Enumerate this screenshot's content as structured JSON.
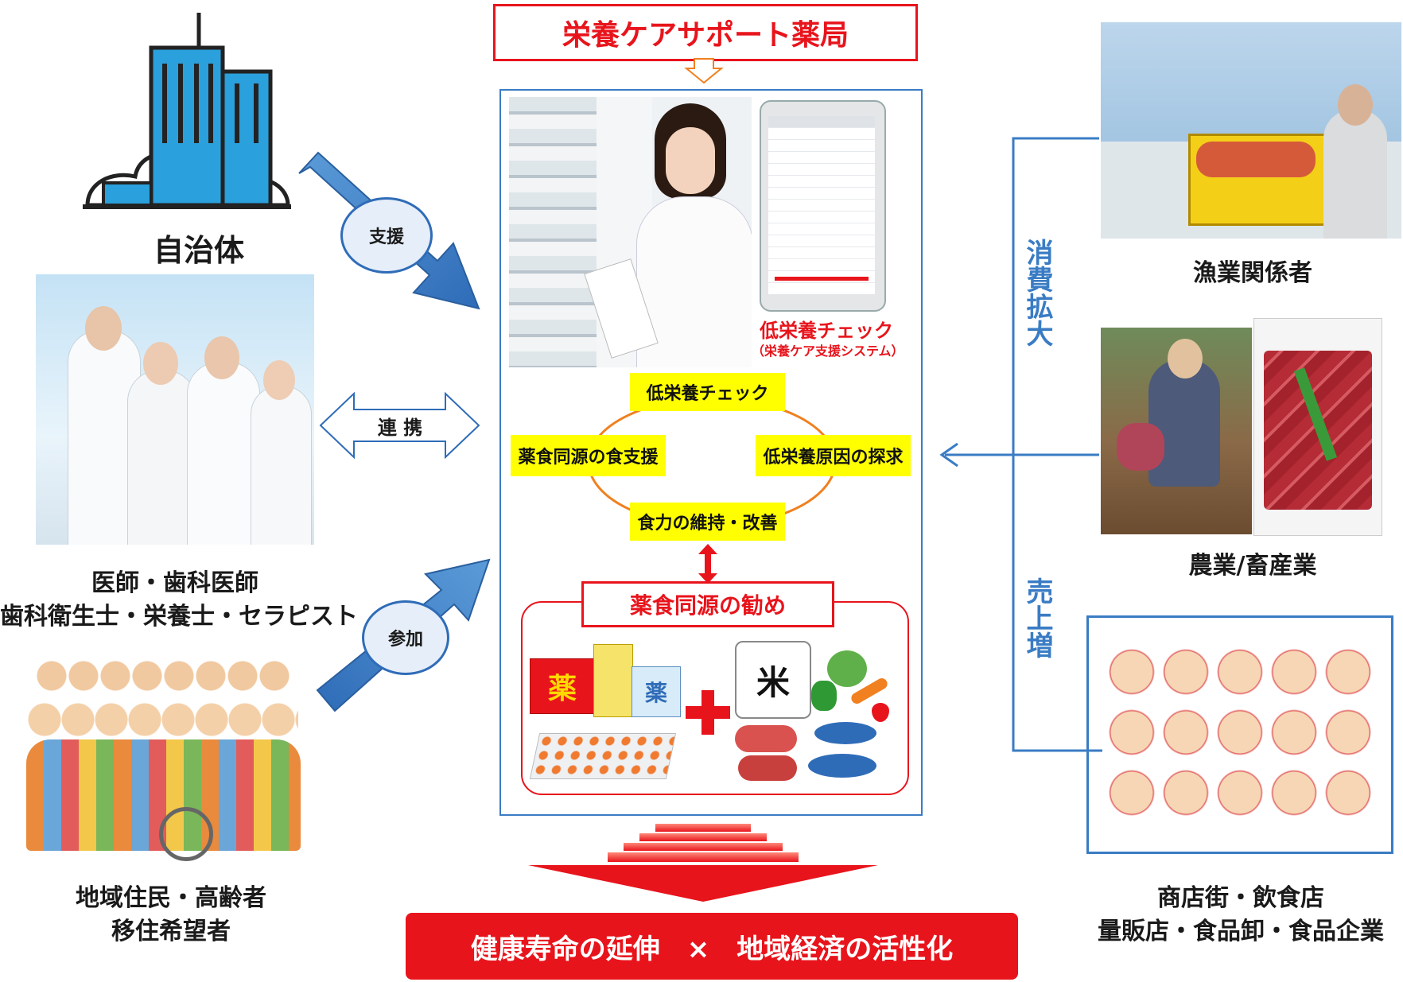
{
  "header": {
    "title": "栄養ケアサポート薬局"
  },
  "left": {
    "municipality": "自治体",
    "support_label": "支援",
    "collab_label": "連 携",
    "professionals_line1": "医師・歯科医師",
    "professionals_line2": "歯科衛生士・栄養士・セラピスト",
    "participate_label": "参加",
    "residents_line1": "地域住民・高齢者",
    "residents_line2": "移住希望者"
  },
  "center": {
    "check_title": "低栄養チェック",
    "check_subtitle": "（栄養ケア支援システム）",
    "cycle": {
      "top": "低栄養チェック",
      "right": "低栄養原因の探求",
      "bottom": "食力の維持・改善",
      "left": "薬食同源の食支援"
    },
    "recommend_title": "薬食同源の勧め",
    "medicine_char": "薬",
    "rice_char": "米"
  },
  "right": {
    "fishery": "漁業関係者",
    "agriculture": "農業/畜産業",
    "commerce_line1": "商店街・飲食店",
    "commerce_line2": "量販店・食品卸・食品企業",
    "consumption_label": "消費拡大",
    "sales_label": "売上増"
  },
  "footer": {
    "banner": "健康寿命の延伸　×　地域経済の活性化"
  },
  "colors": {
    "red": "#e8141c",
    "blue": "#3a7cc4",
    "yellow": "#ffff00",
    "orange": "#f08020"
  }
}
